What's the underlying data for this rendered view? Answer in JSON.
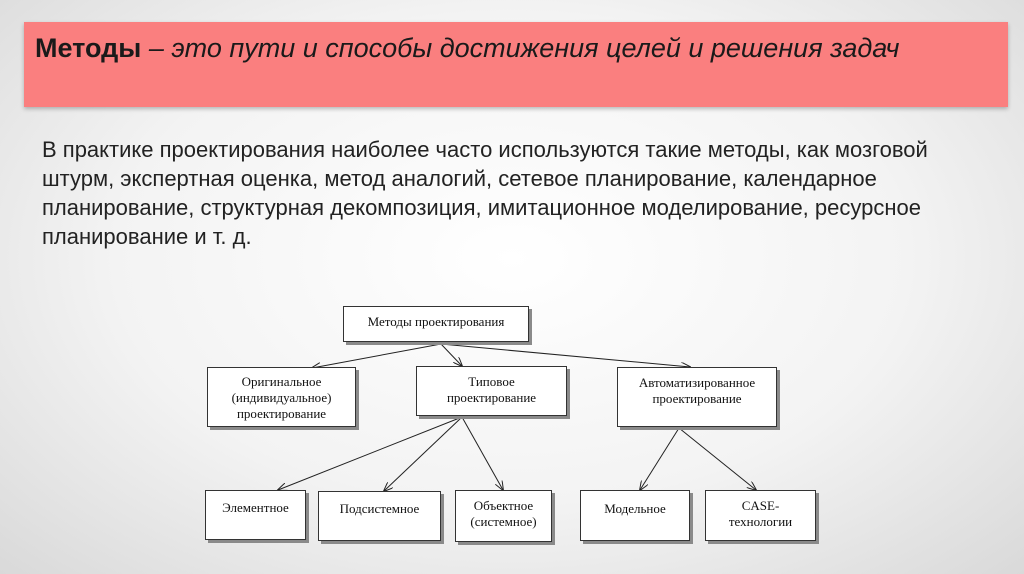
{
  "header": {
    "term": "Методы",
    "definition": " – это пути и способы достижения целей и решения задач"
  },
  "body_text": "В практике проектирования наиболее часто используются такие методы, как мозговой штурм, экспертная оценка, метод аналогий, сетевое планирование, календарное планирование, структурная декомпозиция, имитационное моделирование, ресурсное планирование и т. д.",
  "diagram": {
    "root": "Методы проектирования",
    "original": "Оригинальное (индивидуальное) проектирование",
    "typical": "Типовое проектирование",
    "automated": "Автоматизированное проектирование",
    "elementary": "Элементное",
    "subsystem": "Подсистемное",
    "object": "Объектное (системное)",
    "model": "Модельное",
    "case": "CASE-технологии"
  }
}
